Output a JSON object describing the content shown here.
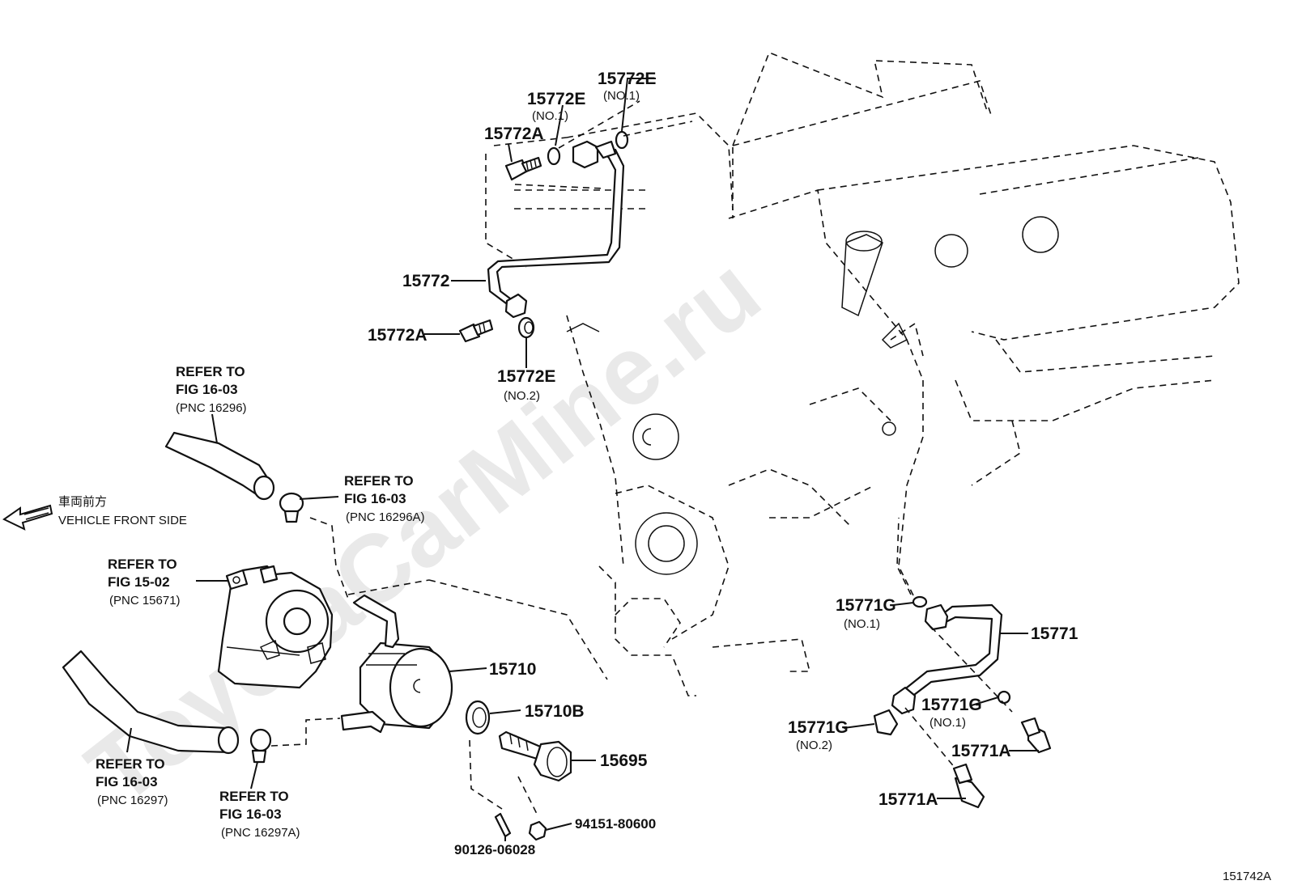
{
  "watermark": "ToyotaCarMine.ru",
  "diagram_id": "151742A",
  "direction": {
    "japanese": "車両前方",
    "english": "VEHICLE FRONT SIDE"
  },
  "parts": {
    "p15772E_top": {
      "number": "15772E",
      "note": "(NO.1)"
    },
    "p15772E_mid": {
      "number": "15772E",
      "note": "(NO.1)"
    },
    "p15772A_top": {
      "number": "15772A"
    },
    "p15772": {
      "number": "15772"
    },
    "p15772A_low": {
      "number": "15772A"
    },
    "p15772E_low": {
      "number": "15772E",
      "note": "(NO.2)"
    },
    "p15710": {
      "number": "15710"
    },
    "p15710B": {
      "number": "15710B"
    },
    "p15695": {
      "number": "15695"
    },
    "p94151": {
      "number": "94151-80600"
    },
    "p90126": {
      "number": "90126-06028"
    },
    "p15771G_top": {
      "number": "15771G",
      "note": "(NO.1)"
    },
    "p15771": {
      "number": "15771"
    },
    "p15771G_mid": {
      "number": "15771G",
      "note": "(NO.1)"
    },
    "p15771G_low": {
      "number": "15771G",
      "note": "(NO.2)"
    },
    "p15771A_mid": {
      "number": "15771A"
    },
    "p15771A_low": {
      "number": "15771A"
    }
  },
  "references": {
    "hose_upper": {
      "line1": "REFER TO",
      "line2": "FIG 16-03",
      "line3": "(PNC 16296)"
    },
    "clamp_upper": {
      "line1": "REFER TO",
      "line2": "FIG 16-03",
      "line3": "(PNC 16296A)"
    },
    "housing": {
      "line1": "REFER TO",
      "line2": "FIG 15-02",
      "line3": "(PNC 15671)"
    },
    "hose_lower": {
      "line1": "REFER TO",
      "line2": "FIG 16-03",
      "line3": "(PNC 16297)"
    },
    "clamp_lower": {
      "line1": "REFER TO",
      "line2": "FIG 16-03",
      "line3": "(PNC 16297A)"
    }
  }
}
